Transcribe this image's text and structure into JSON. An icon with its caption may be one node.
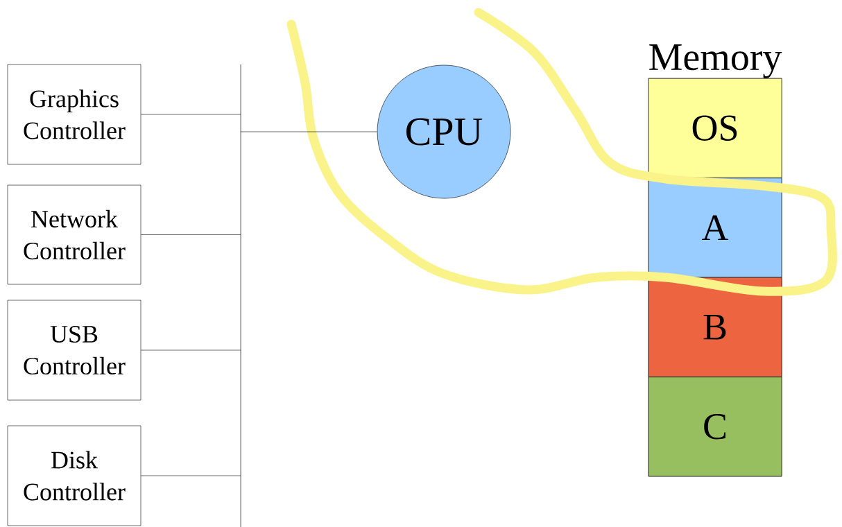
{
  "diagram": {
    "nodes": [
      {
        "text": [
          "Graphics Controller"
        ]
      },
      {
        "text": [
          "Network Controller"
        ]
      },
      {
        "text": [
          "USB Controller"
        ]
      },
      {
        "text": [
          "Disk Controller"
        ]
      },
      {
        "text": [
          "CPU"
        ]
      },
      {
        "text": [],
        "shape": "bar"
      },
      {
        "text": [
          "Memory"
        ]
      },
      {
        "text": [
          "OS"
        ],
        "in": 6
      },
      {
        "text": [
          "A"
        ],
        "in": 6
      },
      {
        "text": [
          "B"
        ],
        "in": 6
      },
      {
        "text": [
          "C"
        ],
        "in": 6
      }
    ],
    "edges": [
      {
        "from": 0,
        "to": 5,
        "arrow": "none"
      },
      {
        "from": 1,
        "to": 5,
        "arrow": "none"
      },
      {
        "from": 2,
        "to": 5,
        "arrow": "none"
      },
      {
        "from": 3,
        "to": 5,
        "arrow": "none"
      },
      {
        "from": 5,
        "to": 4,
        "arrow": "none"
      }
    ]
  }
}
